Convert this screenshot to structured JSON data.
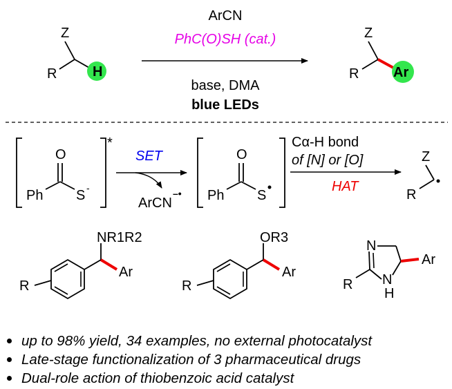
{
  "top_reaction": {
    "reagent_above_1": "ArCN",
    "reagent_above_2": "PhC(O)SH (cat.)",
    "condition_below_1": "base, DMA",
    "condition_below_2": "blue LEDs",
    "substrate": {
      "z": "Z",
      "r": "R",
      "h": "H"
    },
    "product": {
      "z": "Z",
      "r": "R",
      "ar": "Ar"
    }
  },
  "mechanism": {
    "thiobenzoate": {
      "o": "O",
      "ph": "Ph",
      "s": "S",
      "charge": "-",
      "excited": "*"
    },
    "set_label": "SET",
    "byproduct": {
      "text": "ArCN",
      "radical_anion": "–•"
    },
    "thiyl_radical": {
      "o": "O",
      "ph": "Ph",
      "s": "S"
    },
    "hat_above_1": "Cα-H bond",
    "hat_above_2": "of [N] or [O]",
    "hat_label": "HAT",
    "radical_product": {
      "z": "Z",
      "r": "R"
    }
  },
  "products": [
    {
      "substituent": "NR1R2",
      "r": "R",
      "ar": "Ar"
    },
    {
      "substituent": "OR3",
      "r": "R",
      "ar": "Ar"
    },
    {
      "n": "N",
      "nh": "N",
      "h": "H",
      "r": "R",
      "ar": "Ar"
    }
  ],
  "bullets": [
    "up to 98% yield, 34 examples, no external photocatalyst",
    "Late-stage functionalization of 3 pharmaceutical drugs",
    "Dual-role action of thiobenzoic acid catalyst"
  ],
  "colors": {
    "magenta": "#e600e6",
    "blue": "#0000ee",
    "red": "#ee0000",
    "green": "#33e64d"
  }
}
